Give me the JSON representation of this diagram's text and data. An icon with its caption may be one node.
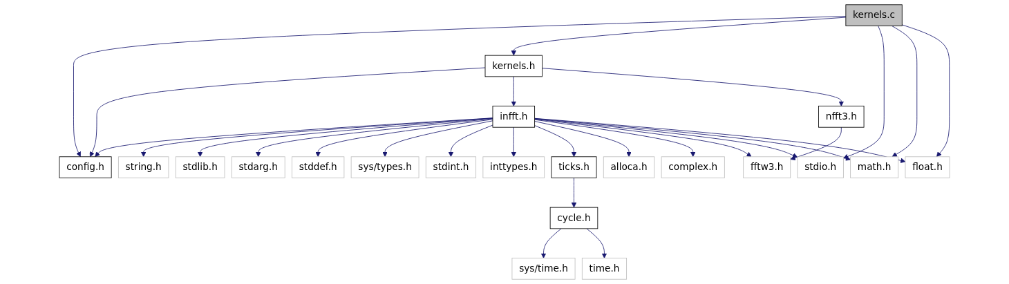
{
  "diagram": {
    "nodes": [
      {
        "text": [
          "kernels.c"
        ]
      },
      {
        "text": [
          "kernels.h"
        ]
      },
      {
        "text": [
          "infft.h"
        ]
      },
      {
        "text": [
          "nfft3.h"
        ]
      },
      {
        "text": [
          "config.h"
        ]
      },
      {
        "text": [
          "string.h"
        ]
      },
      {
        "text": [
          "stdlib.h"
        ]
      },
      {
        "text": [
          "stdarg.h"
        ]
      },
      {
        "text": [
          "stddef.h"
        ]
      },
      {
        "text": [
          "sys/types.h"
        ]
      },
      {
        "text": [
          "stdint.h"
        ]
      },
      {
        "text": [
          "inttypes.h"
        ]
      },
      {
        "text": [
          "ticks.h"
        ]
      },
      {
        "text": [
          "alloca.h"
        ]
      },
      {
        "text": [
          "complex.h"
        ]
      },
      {
        "text": [
          "fftw3.h"
        ]
      },
      {
        "text": [
          "stdio.h"
        ]
      },
      {
        "text": [
          "math.h"
        ]
      },
      {
        "text": [
          "float.h"
        ]
      },
      {
        "text": [
          "cycle.h"
        ]
      },
      {
        "text": [
          "sys/time.h"
        ]
      },
      {
        "text": [
          "time.h"
        ]
      }
    ],
    "edges": [
      {
        "from": 0,
        "to": 4,
        "arrow": "to"
      },
      {
        "from": 0,
        "to": 1,
        "arrow": "to"
      },
      {
        "from": 0,
        "to": 16,
        "arrow": "to"
      },
      {
        "from": 0,
        "to": 17,
        "arrow": "to"
      },
      {
        "from": 0,
        "to": 18,
        "arrow": "to"
      },
      {
        "from": 1,
        "to": 4,
        "arrow": "to"
      },
      {
        "from": 1,
        "to": 2,
        "arrow": "to"
      },
      {
        "from": 1,
        "to": 3,
        "arrow": "to"
      },
      {
        "from": 2,
        "to": 4,
        "arrow": "to"
      },
      {
        "from": 2,
        "to": 5,
        "arrow": "to"
      },
      {
        "from": 2,
        "to": 6,
        "arrow": "to"
      },
      {
        "from": 2,
        "to": 7,
        "arrow": "to"
      },
      {
        "from": 2,
        "to": 8,
        "arrow": "to"
      },
      {
        "from": 2,
        "to": 9,
        "arrow": "to"
      },
      {
        "from": 2,
        "to": 10,
        "arrow": "to"
      },
      {
        "from": 2,
        "to": 11,
        "arrow": "to"
      },
      {
        "from": 2,
        "to": 12,
        "arrow": "to"
      },
      {
        "from": 2,
        "to": 13,
        "arrow": "to"
      },
      {
        "from": 2,
        "to": 14,
        "arrow": "to"
      },
      {
        "from": 2,
        "to": 15,
        "arrow": "to"
      },
      {
        "from": 2,
        "to": 16,
        "arrow": "to"
      },
      {
        "from": 2,
        "to": 17,
        "arrow": "to"
      },
      {
        "from": 2,
        "to": 18,
        "arrow": "to"
      },
      {
        "from": 3,
        "to": 15,
        "arrow": "to"
      },
      {
        "from": 12,
        "to": 19,
        "arrow": "to"
      },
      {
        "from": 19,
        "to": 20,
        "arrow": "to"
      },
      {
        "from": 19,
        "to": 21,
        "arrow": "to"
      }
    ]
  }
}
